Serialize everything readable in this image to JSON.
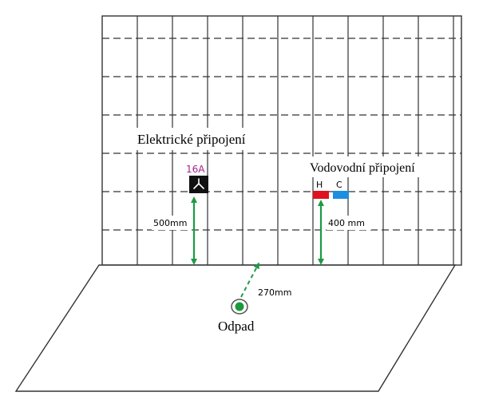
{
  "labels": {
    "electrical": "Elektrické připojení",
    "water": "Vodovodní připojení",
    "drain": "Odpad",
    "socket_rating": "16A",
    "hot": "H",
    "cold": "C",
    "socket_height": "500mm",
    "water_height": "400 mm",
    "drain_distance": "270mm"
  },
  "colors": {
    "grid_line": "#333333",
    "arrow_green": "#1e9a46",
    "socket_rating_text": "#a3238e",
    "socket_box": "#111111",
    "hot_valve": "#e0101f",
    "cold_valve": "#1d8ee0",
    "drain_green": "#1a9a3c"
  },
  "icons": {
    "socket": "three-pin-socket-icon",
    "drain": "floor-drain-icon"
  }
}
